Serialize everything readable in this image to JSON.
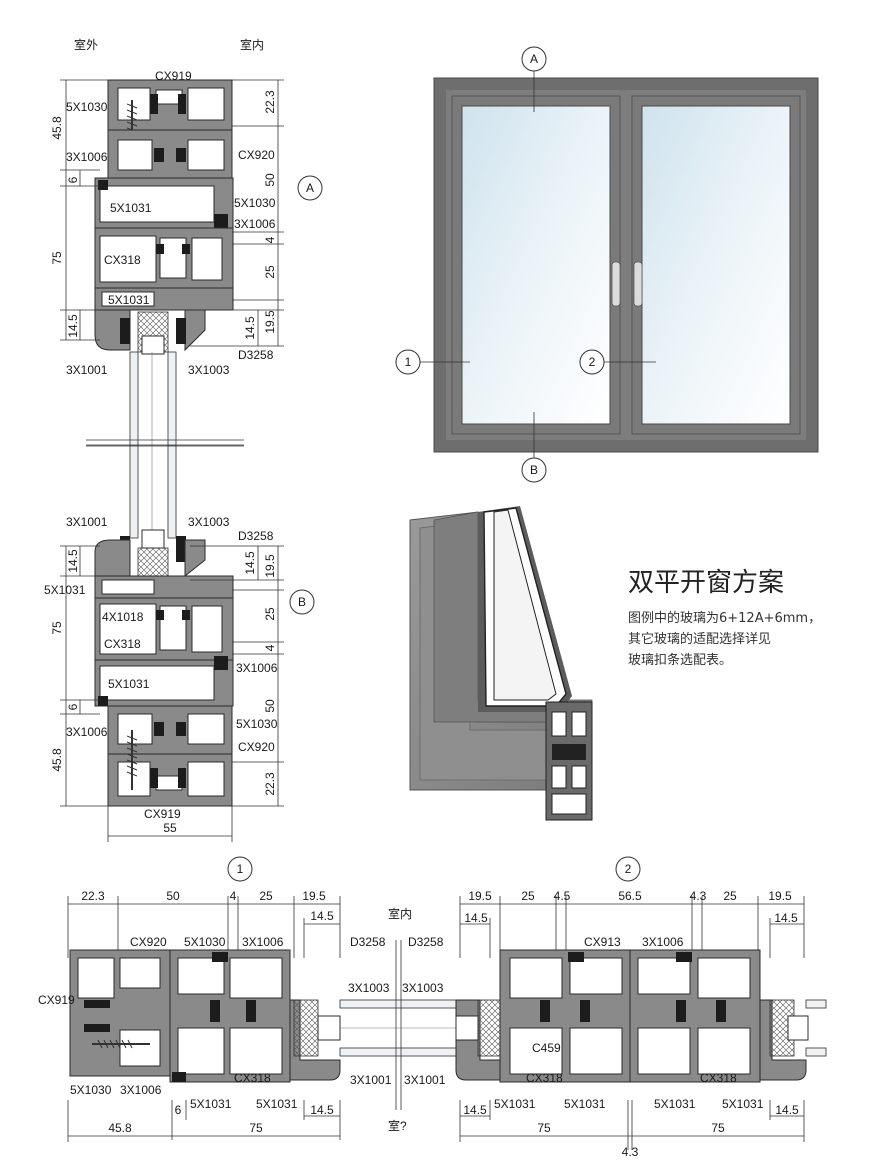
{
  "sectionA": {
    "header": {
      "outdoor": "室外",
      "indoor": "室内"
    },
    "marker": "A",
    "top_profile": "CX919",
    "labels": {
      "l1": "5X1030",
      "l2": "3X1006",
      "l3": "CX920",
      "l4": "5X1031",
      "l5": "5X1030",
      "l6": "3X1006",
      "l7": "CX318",
      "l8": "5X1031",
      "l9": "D3258",
      "l10": "3X1001",
      "l11": "3X1003"
    },
    "dims_left": {
      "d1": "45.8",
      "d2": "6",
      "d3": "75",
      "d4": "14.5"
    },
    "dims_right": {
      "d1": "22.3",
      "d2": "50",
      "d3": "4",
      "d4": "25",
      "d5": "14.5",
      "d6": "19.5"
    }
  },
  "sectionB": {
    "marker": "B",
    "bottom_profile": "CX919",
    "bottom_dim": "55",
    "labels": {
      "l1": "3X1001",
      "l2": "3X1003",
      "l3": "D3258",
      "l4": "5X1031",
      "l5": "4X1018",
      "l6": "CX318",
      "l7": "3X1006",
      "l8": "5X1031",
      "l9": "3X1006",
      "l10": "5X1030",
      "l11": "CX920"
    },
    "dims_left": {
      "d1": "14.5",
      "d2": "75",
      "d3": "6",
      "d4": "45.8"
    },
    "dims_right": {
      "d1": "14.5",
      "d2": "19.5",
      "d3": "25",
      "d4": "4",
      "d5": "50",
      "d6": "22.3"
    }
  },
  "elevation": {
    "markers": {
      "top": "A",
      "bottom": "B",
      "left": "1",
      "right": "2"
    }
  },
  "scheme": {
    "title": "双平开窗方案",
    "note_lines": [
      "图例中的玻璃为6+12A+6mm，",
      "其它玻璃的适配选择详见",
      "玻璃扣条选配表。"
    ]
  },
  "horizontal": {
    "markers": {
      "left": "1",
      "right": "2"
    },
    "indoor": "室内",
    "outdoor": "室?",
    "left": {
      "top_dims": [
        "22.3",
        "50",
        "4",
        "25",
        "19.5",
        "14.5"
      ],
      "labels": {
        "cx920": "CX920",
        "x5_1030": "5X1030",
        "x3_1006": "3X1006",
        "d3258": "D3258",
        "cx919": "CX919",
        "x3_1003": "3X1003",
        "x5_1030b": "5X1030",
        "x3_1006b": "3X1006",
        "cx318": "CX318",
        "x3_1001": "3X1001",
        "x5_1031a": "5X1031",
        "x5_1031b": "5X1031"
      },
      "bottom_dims": {
        "six": "6",
        "d145": "14.5",
        "d458": "45.8",
        "d75": "75"
      }
    },
    "right": {
      "top_dims": [
        "19.5",
        "25",
        "4.5",
        "56.5",
        "4.3",
        "25",
        "19.5",
        "14.5",
        "14.5"
      ],
      "labels": {
        "d3258": "D3258",
        "cx913": "CX913",
        "x3_1006": "3X1006",
        "x3_1003": "3X1003",
        "c459": "C459",
        "cx318a": "CX318",
        "cx318b": "CX318",
        "x3_1001": "3X1001",
        "x5_1031a": "5X1031",
        "x5_1031b": "5X1031",
        "x5_1031c": "5X1031",
        "x5_1031d": "5X1031"
      },
      "bottom_dims": {
        "d145a": "14.5",
        "d145b": "14.5",
        "d75a": "75",
        "d75b": "75",
        "d43": "4.3"
      }
    }
  }
}
